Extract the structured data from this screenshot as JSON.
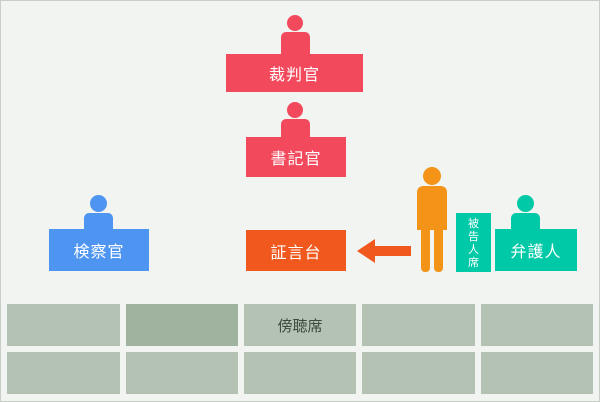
{
  "colors": {
    "judge": "#f2495c",
    "prosecutor": "#4d95f0",
    "witness_stand": "#f0581e",
    "defendant": "#f39419",
    "defense": "#00c9a7",
    "gallery_seat": "#b3c2b3",
    "gallery_seat_highlight": "#9fb39f",
    "background": "#f1f4f0"
  },
  "roles": {
    "judge": "裁判官",
    "clerk": "書記官",
    "prosecutor": "検察官",
    "witness_stand": "証言台",
    "defendant_seat": [
      "被",
      "告",
      "人",
      "席"
    ],
    "defense": "弁護人",
    "gallery": "傍聴席"
  },
  "icons": {
    "arrow": "arrow-left-icon",
    "person": "person-icon"
  }
}
